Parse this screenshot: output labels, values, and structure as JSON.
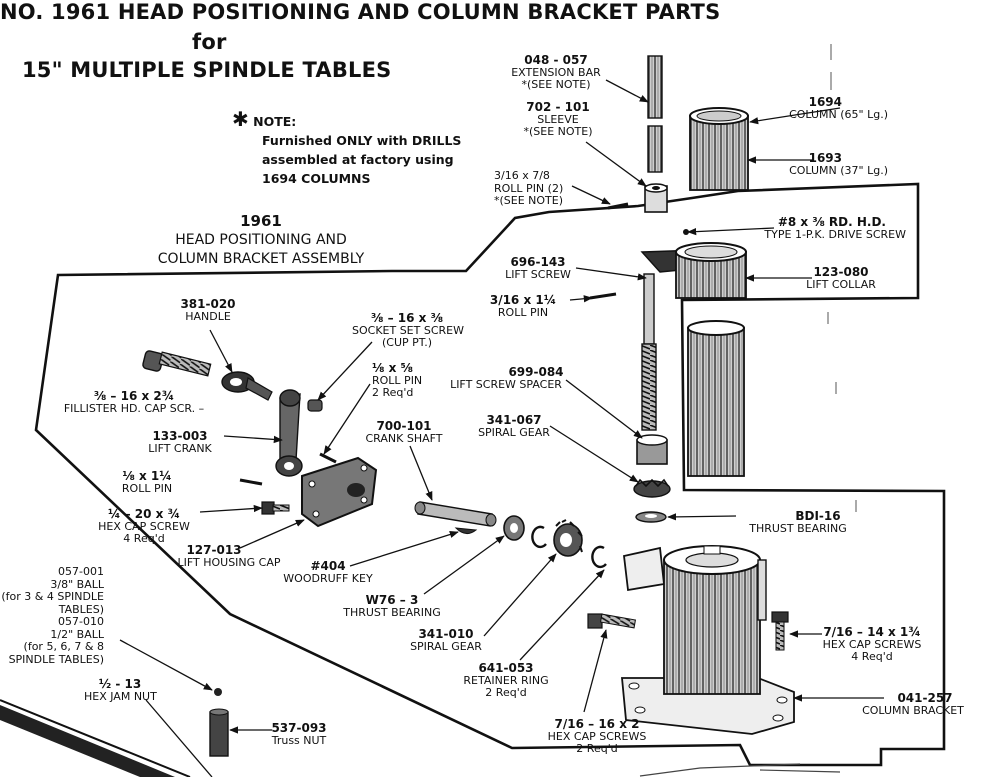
{
  "title": {
    "line1": "NO. 1961 HEAD POSITIONING AND COLUMN BRACKET PARTS",
    "line2": "for",
    "line3": "15\" MULTIPLE SPINDLE TABLES"
  },
  "note": {
    "star": "✱",
    "heading": "NOTE:",
    "line1": "Furnished ONLY with DRILLS",
    "line2": "assembled at factory using",
    "line3": "1694 COLUMNS"
  },
  "assembly": {
    "number": "1961",
    "line1": "HEAD POSITIONING AND",
    "line2": "COLUMN BRACKET ASSEMBLY"
  },
  "parts": [
    {
      "id": "p048",
      "number": "048 - 057",
      "desc": [
        "EXTENSION BAR",
        "*(SEE NOTE)"
      ]
    },
    {
      "id": "p702",
      "number": "702 - 101",
      "desc": [
        "SLEEVE",
        "*(SEE NOTE)"
      ]
    },
    {
      "id": "p316",
      "number": "3/16 x 7/8",
      "desc": [
        "ROLL PIN (2)",
        "*(SEE NOTE)"
      ]
    },
    {
      "id": "p1694",
      "number": "1694",
      "desc": [
        "COLUMN (65\" Lg.)"
      ]
    },
    {
      "id": "p1693",
      "number": "1693",
      "desc": [
        "COLUMN (37\" Lg.)"
      ]
    },
    {
      "id": "p8",
      "number": "#8 x ⅜ RD. H.D.",
      "desc": [
        "TYPE 1-P.K. DRIVE SCREW"
      ]
    },
    {
      "id": "p696",
      "number": "696-143",
      "desc": [
        "LIFT SCREW"
      ]
    },
    {
      "id": "p123",
      "number": "123-080",
      "desc": [
        "LIFT COLLAR"
      ]
    },
    {
      "id": "p3161",
      "number": "3/16 x 1¼",
      "desc": [
        "ROLL PIN"
      ]
    },
    {
      "id": "p381",
      "number": "381-020",
      "desc": [
        "HANDLE"
      ]
    },
    {
      "id": "p3816",
      "number": "⅜ – 16 x ⅜",
      "desc": [
        "SOCKET SET SCREW",
        "(CUP PT.)"
      ]
    },
    {
      "id": "p1858",
      "number": "⅛ x ⅝",
      "desc": [
        "ROLL PIN",
        "2 Req'd"
      ]
    },
    {
      "id": "p699",
      "number": "699-084",
      "desc": [
        "LIFT SCREW SPACER"
      ]
    },
    {
      "id": "p38fil",
      "number": "⅜ – 16 x 2¾",
      "desc": [
        "FILLISTER HD. CAP SCR. –"
      ]
    },
    {
      "id": "p133",
      "number": "133-003",
      "desc": [
        "LIFT CRANK"
      ]
    },
    {
      "id": "p700",
      "number": "700-101",
      "desc": [
        "CRANK SHAFT"
      ]
    },
    {
      "id": "p341067",
      "number": "341-067",
      "desc": [
        "SPIRAL GEAR"
      ]
    },
    {
      "id": "p1811",
      "number": "⅛ x 1¼",
      "desc": [
        "ROLL PIN"
      ]
    },
    {
      "id": "p1420",
      "number": "¼ – 20 x ¾",
      "desc": [
        "HEX CAP SCREW",
        "4 Req'd"
      ]
    },
    {
      "id": "pbdi",
      "number": "BDI-16",
      "desc": [
        "THRUST BEARING"
      ]
    },
    {
      "id": "p127",
      "number": "127-013",
      "desc": [
        "LIFT HOUSING CAP"
      ]
    },
    {
      "id": "p404",
      "number": "#404",
      "desc": [
        "WOODRUFF KEY"
      ]
    },
    {
      "id": "pw76",
      "number": "W76 – 3",
      "desc": [
        "THRUST BEARING"
      ]
    },
    {
      "id": "p71614",
      "number": "7/16 – 14 x 1¾",
      "desc": [
        "HEX CAP SCREWS",
        "4 Req'd"
      ]
    },
    {
      "id": "p057",
      "number": "057-001",
      "desc": [
        "3/8\" BALL",
        "(for 3 & 4 SPINDLE",
        "TABLES)",
        "057-010",
        "1/2\" BALL",
        "(for 5, 6, 7 & 8",
        "SPINDLE TABLES)"
      ]
    },
    {
      "id": "p341010",
      "number": "341-010",
      "desc": [
        "SPIRAL GEAR"
      ]
    },
    {
      "id": "p641",
      "number": "641-053",
      "desc": [
        "RETAINER RING",
        "2 Req'd"
      ]
    },
    {
      "id": "p041",
      "number": "041-257",
      "desc": [
        "COLUMN BRACKET"
      ]
    },
    {
      "id": "p1213",
      "number": "½ - 13",
      "desc": [
        "HEX JAM NUT"
      ]
    },
    {
      "id": "p537",
      "number": "537-093",
      "desc": [
        "Truss NUT"
      ]
    },
    {
      "id": "p716",
      "number": "7/16 – 16 x 2",
      "desc": [
        "HEX CAP SCREWS",
        "2 Req'd"
      ]
    }
  ]
}
